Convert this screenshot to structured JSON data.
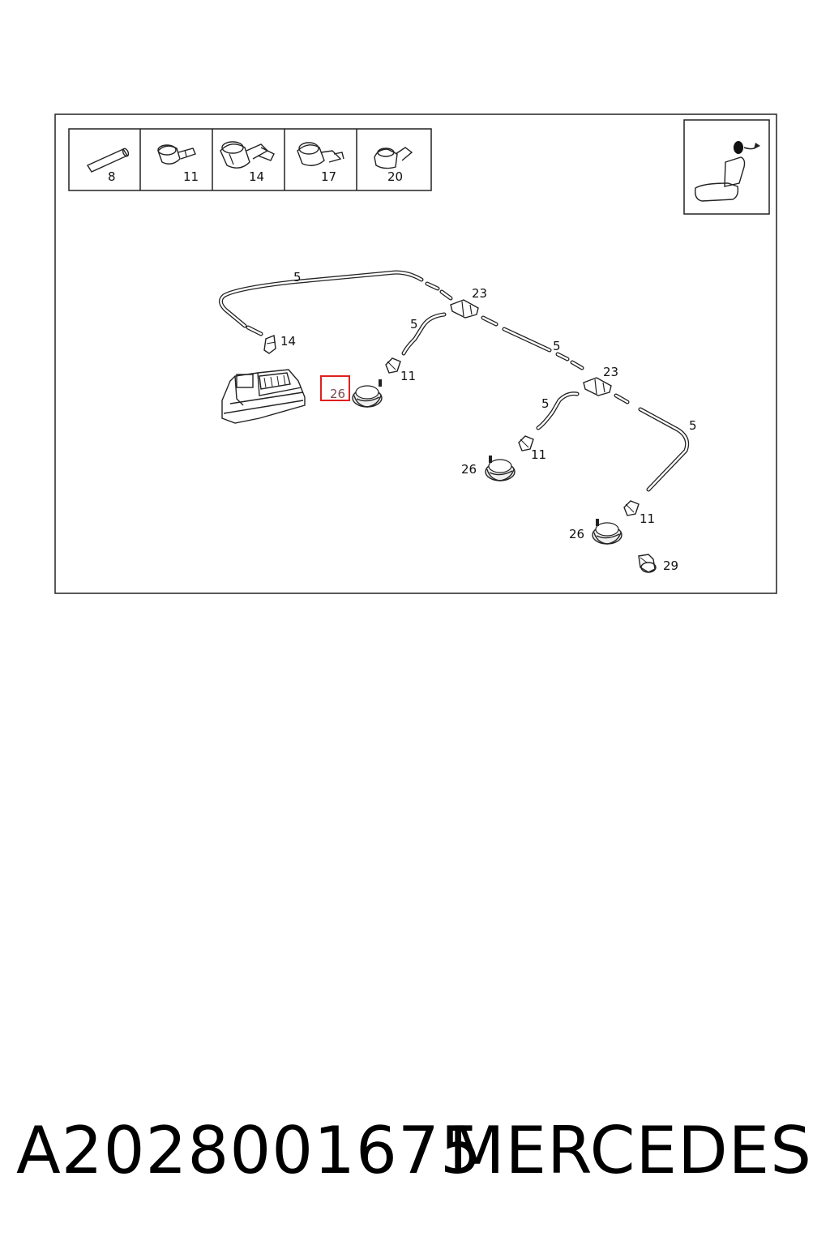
{
  "legend": {
    "items": [
      {
        "num": "8",
        "icon": "straight-connector-icon"
      },
      {
        "num": "11",
        "icon": "hose-nipple-icon"
      },
      {
        "num": "14",
        "icon": "angled-connector-icon"
      },
      {
        "num": "17",
        "icon": "elbow-connector-icon"
      },
      {
        "num": "20",
        "icon": "elbow-fitting-icon"
      }
    ]
  },
  "callouts": {
    "c5a": "5",
    "c5b": "5",
    "c5c": "5",
    "c5d": "5",
    "c5e": "5",
    "c23a": "23",
    "c23b": "23",
    "c14": "14",
    "c11a": "11",
    "c11b": "11",
    "c11c": "11",
    "c26_highlight": "26",
    "c26b": "26",
    "c26c": "26",
    "c29": "29"
  },
  "footer": {
    "part_number": "A2028001675",
    "brand": "MERCEDES"
  },
  "colors": {
    "highlight": "#e0201f",
    "line": "#222222"
  }
}
